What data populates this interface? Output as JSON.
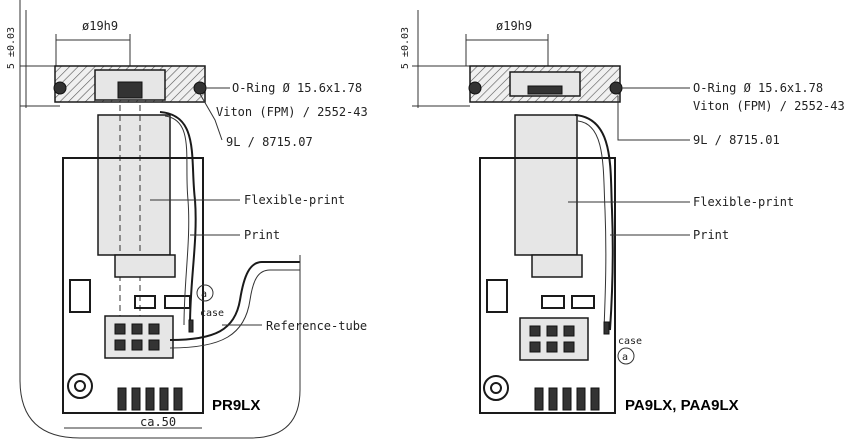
{
  "left": {
    "dim_vertical": "5 ±0.03",
    "dim_diameter": "ø19h9",
    "oring_line1": "O-Ring Ø 15.6x1.78",
    "oring_line2": "Viton (FPM) / 2552-43",
    "part_no": "9L / 8715.07",
    "flex_print": "Flexible-print",
    "print": "Print",
    "marker": "a",
    "case": "case",
    "ref_tube": "Reference-tube",
    "width_dim": "ca.50",
    "model": "PR9LX"
  },
  "right": {
    "dim_vertical": "5 ±0.03",
    "dim_diameter": "ø19h9",
    "oring_line1": "O-Ring Ø 15.6x1.78",
    "oring_line2": "Viton (FPM) / 2552-43",
    "part_no": "9L / 8715.01",
    "flex_print": "Flexible-print",
    "print": "Print",
    "marker": "a",
    "case": "case",
    "model": "PA9LX, PAA9LX"
  }
}
